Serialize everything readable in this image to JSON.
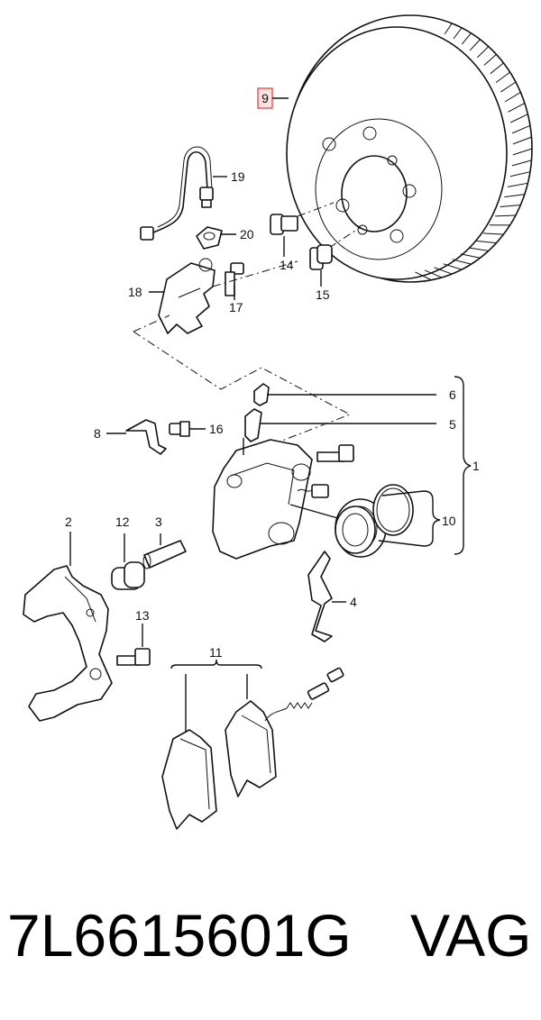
{
  "callouts": {
    "c1": "1",
    "c2": "2",
    "c3": "3",
    "c4": "4",
    "c5": "5",
    "c6": "6",
    "c8": "8",
    "c9": "9",
    "c10": "10",
    "c11": "11",
    "c12": "12",
    "c13": "13",
    "c14": "14",
    "c15": "15",
    "c16": "16",
    "c17": "17",
    "c18": "18",
    "c19": "19",
    "c20": "20"
  },
  "highlight_color": "#e0393e",
  "footer": {
    "part_number": "7L6615601G",
    "brand": "VAG"
  }
}
